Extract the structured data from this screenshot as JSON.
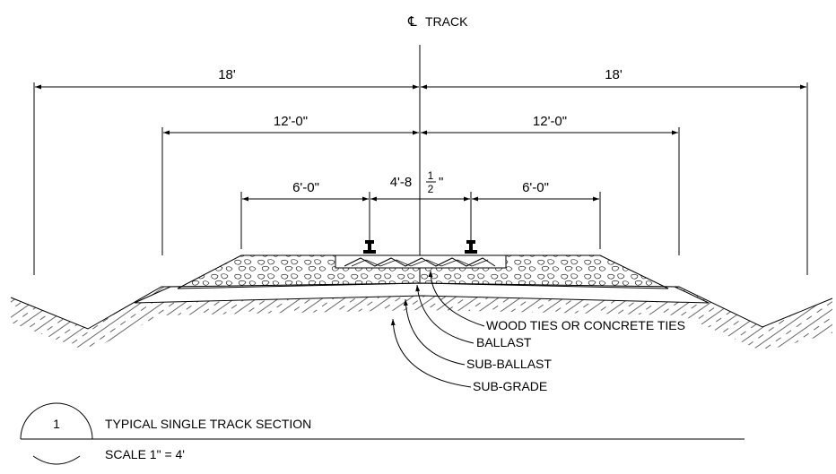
{
  "centerline": {
    "symbol": "℄",
    "label": "TRACK"
  },
  "dimensions": {
    "outer_left": "18'",
    "outer_right": "18'",
    "middle_left": "12'-0\"",
    "middle_right": "12'-0\"",
    "inner_left": "6'-0\"",
    "inner_right": "6'-0\"",
    "gauge_main": "4'-8",
    "gauge_num": "1",
    "gauge_den": "2",
    "gauge_tail": "\""
  },
  "callouts": {
    "ties": "WOOD TIES OR CONCRETE TIES",
    "ballast": "BALLAST",
    "sub_ballast": "SUB-BALLAST",
    "sub_grade": "SUB-GRADE"
  },
  "title_block": {
    "detail_number": "1",
    "title": "TYPICAL SINGLE TRACK SECTION",
    "scale": "SCALE 1\" = 4'"
  }
}
